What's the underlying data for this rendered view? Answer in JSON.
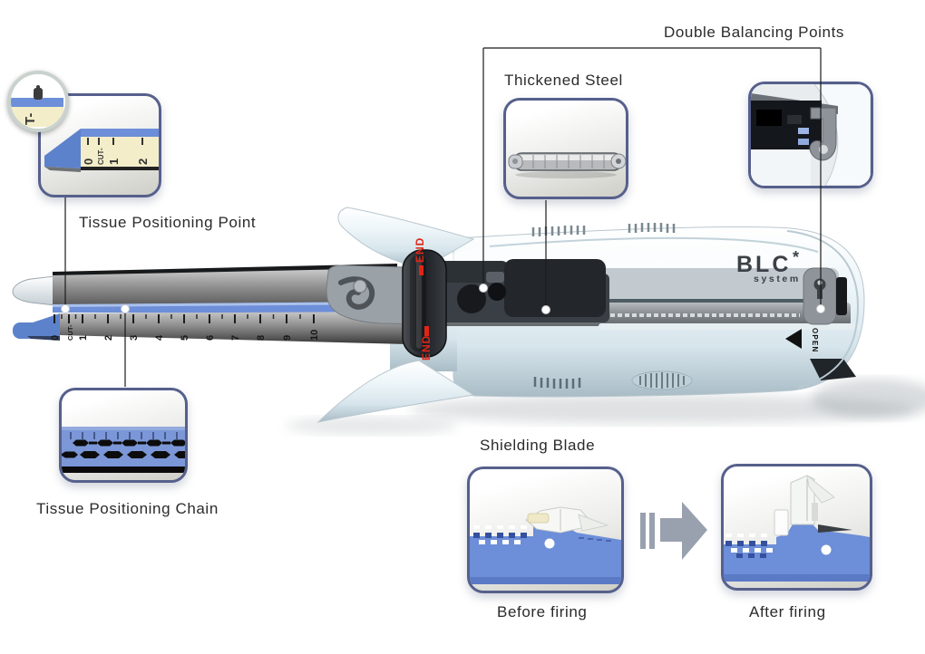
{
  "callouts": {
    "double_balancing_points": {
      "label": "Double Balancing Points"
    },
    "thickened_steel": {
      "label": "Thickened Steel"
    },
    "tissue_positioning_point": {
      "label": "Tissue Positioning Point"
    },
    "tissue_positioning_chain": {
      "label": "Tissue Positioning Chain"
    },
    "shielding_blade": {
      "label": "Shielding Blade"
    },
    "before_firing": {
      "label": "Before firing"
    },
    "after_firing": {
      "label": "After firing"
    }
  },
  "device": {
    "brand": "BLC",
    "brand_mark": "*",
    "brand_subtitle": "system",
    "open_label": "OPEN",
    "end_label": "END",
    "jaw_scale": [
      "0",
      "CUT-",
      "1",
      "2",
      "3",
      "4",
      "5",
      "6",
      "7",
      "8",
      "9",
      "10"
    ],
    "inset_scale": [
      "0",
      "CUT-",
      "1",
      "2"
    ],
    "magnifier_scale_text": "T-"
  },
  "colors": {
    "callout_border": "#56608c",
    "accent_blue": "#6d8ed8",
    "ruler_cream": "#f3eec9",
    "warning_red": "#e02517",
    "arrow_gray": "#99a1af",
    "steel_gray": "#8e949a"
  }
}
